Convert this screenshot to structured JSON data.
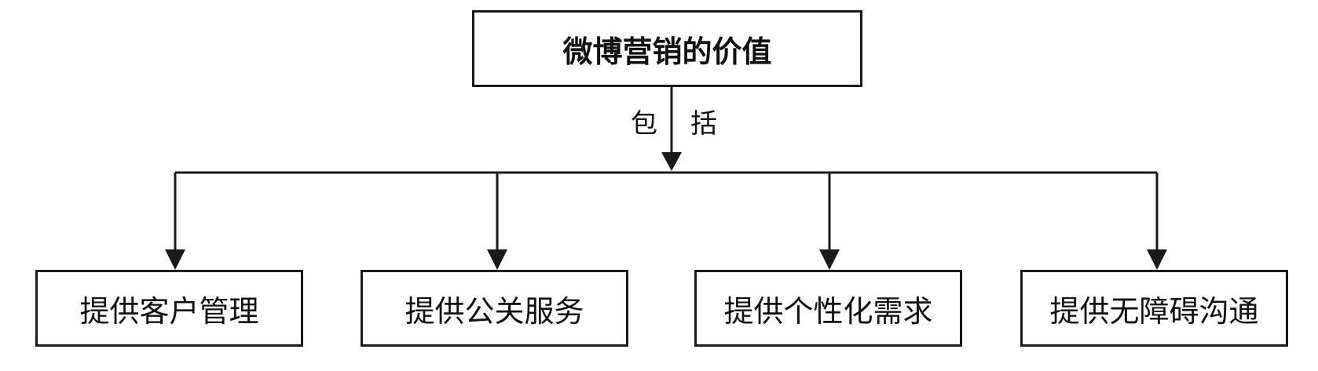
{
  "diagram": {
    "root": {
      "label": "微博营销的价值"
    },
    "edge_label": {
      "left": "包",
      "right": "括"
    },
    "children": [
      {
        "label": "提供客户管理"
      },
      {
        "label": "提供公关服务"
      },
      {
        "label": "提供个性化需求"
      },
      {
        "label": "提供无障碍沟通"
      }
    ],
    "colors": {
      "line": "#1a1a1a",
      "box_border": "#1a1a1a",
      "background": "#ffffff"
    }
  }
}
